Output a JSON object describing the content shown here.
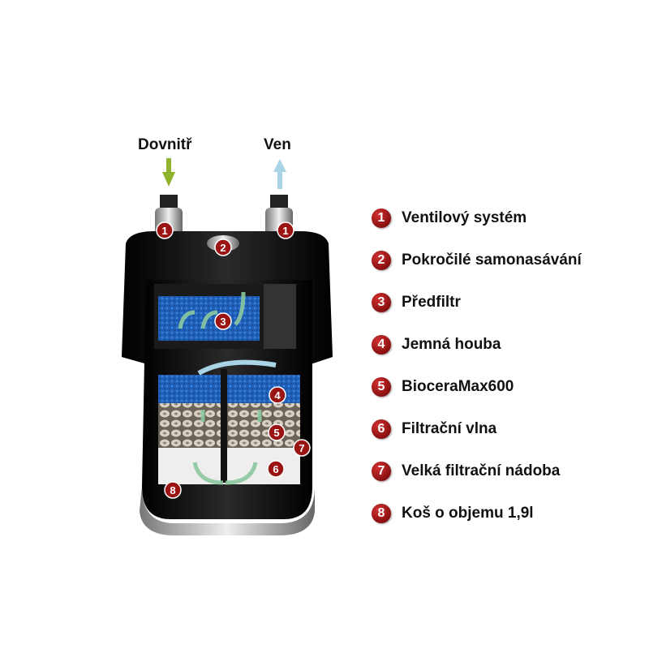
{
  "flow": {
    "inlet_label": "Dovnitř",
    "outlet_label": "Ven"
  },
  "colors": {
    "badge": "#9b1414",
    "inlet_arrow": "#8fb32a",
    "outlet_arrow": "#a8d4e6",
    "body": "#111111"
  },
  "legend": [
    {
      "number": "1",
      "label": "Ventilový systém"
    },
    {
      "number": "2",
      "label": "Pokročilé samonasávání"
    },
    {
      "number": "3",
      "label": "Předfiltr"
    },
    {
      "number": "4",
      "label": "Jemná houba"
    },
    {
      "number": "5",
      "label": "BioceraMax600"
    },
    {
      "number": "6",
      "label": "Filtrační vlna"
    },
    {
      "number": "7",
      "label": "Velká filtrační nádoba"
    },
    {
      "number": "8",
      "label": "Koš o objemu 1,9l"
    }
  ]
}
